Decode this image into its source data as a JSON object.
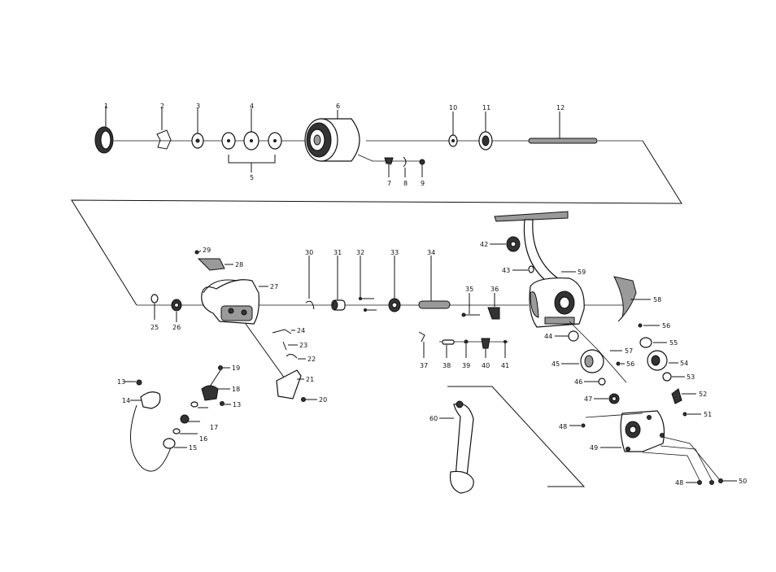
{
  "labels": {
    "p1": "1",
    "p2": "2",
    "p3": "3",
    "p4": "4",
    "p5": "5",
    "p6": "6",
    "p7": "7",
    "p8": "8",
    "p9": "9",
    "p10": "10",
    "p11": "11",
    "p12": "12",
    "p13a": "13",
    "p13b": "13",
    "p14": "14",
    "p15": "15",
    "p16": "16",
    "p17": "17",
    "p18": "18",
    "p19": "19",
    "p20": "20",
    "p21": "21",
    "p22": "22",
    "p23": "23",
    "p24": "24",
    "p25": "25",
    "p26": "26",
    "p27": "27",
    "p28": "28",
    "p29": "29",
    "p30": "30",
    "p31": "31",
    "p32": "32",
    "p33": "33",
    "p34": "34",
    "p35": "35",
    "p36": "36",
    "p37": "37",
    "p38": "38",
    "p39": "39",
    "p40": "40",
    "p41": "41",
    "p42": "42",
    "p43": "43",
    "p44": "44",
    "p45": "45",
    "p46": "46",
    "p47": "47",
    "p48a": "48",
    "p48b": "48",
    "p49": "49",
    "p50": "50",
    "p51": "51",
    "p52": "52",
    "p53": "53",
    "p54": "54",
    "p55": "55",
    "p56a": "56",
    "p56b": "56",
    "p57": "57",
    "p58": "58",
    "p59": "59",
    "p60": "60"
  }
}
